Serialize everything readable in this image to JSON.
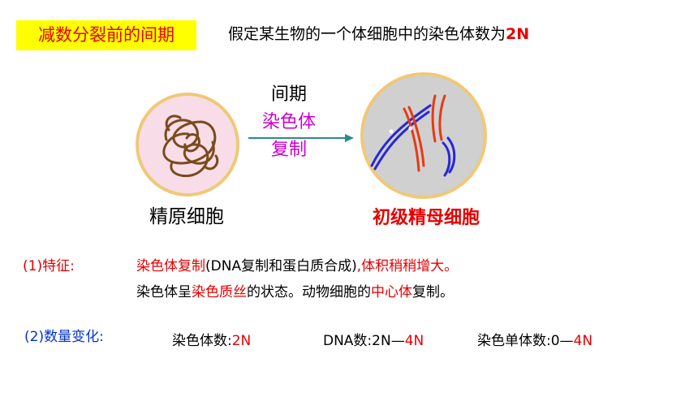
{
  "header": {
    "title": "减数分裂前的间期",
    "premise_text": "假定某生物的一个体细胞中的染色体数为",
    "premise_value": "2N"
  },
  "diagram": {
    "stage_label": "间期",
    "process_line1": "染色体",
    "process_line2": "复制",
    "left_cell_label": "精原细胞",
    "right_cell_label": "初级精母细胞",
    "colors": {
      "left_cell_fill": "#f8dde8",
      "cell_ring": "#f0c878",
      "right_cell_fill": "#d0d0d0",
      "chromatin": "#7a4a1c",
      "red_chromosome": "#e63a14",
      "blue_chromosome": "#2828d6",
      "arrow": "#2a8c8c"
    }
  },
  "features": {
    "label": "(1)特征:",
    "line1": {
      "a": "染色体复制",
      "b": "(DNA复制和蛋白质合成)",
      "c": ",体积稍稍增大。"
    },
    "line2": {
      "a": "染色体呈",
      "b": "染色质丝",
      "c": "的状态。动物细胞的",
      "d": "中心体",
      "e": "复制。"
    }
  },
  "quantity": {
    "label": "(2)数量变化:",
    "chrom_label": "染色体数:",
    "chrom_value": "2N",
    "dna_label": "DNA数:2N—",
    "dna_value": "4N",
    "chromatid_label": "染色单体数:0—",
    "chromatid_value": "4N"
  }
}
